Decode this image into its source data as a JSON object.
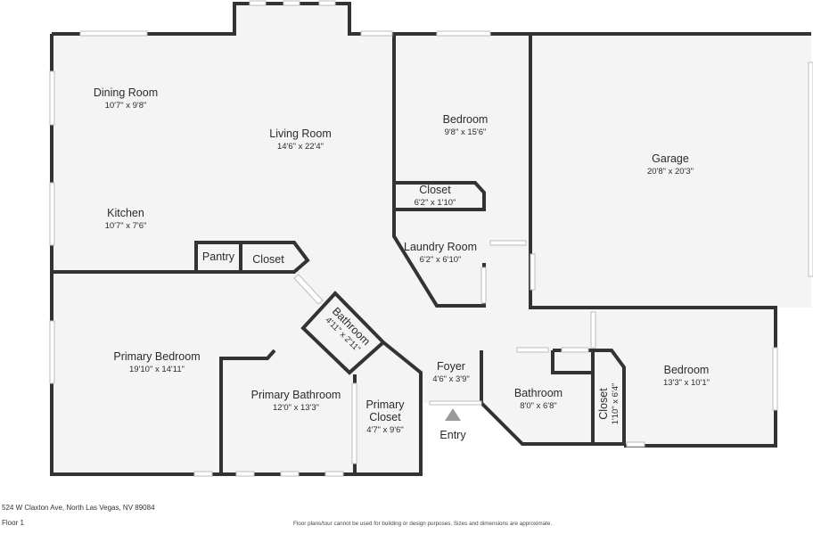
{
  "rooms": {
    "dining_room": {
      "name": "Dining Room",
      "dims": "10'7\" x 9'8\""
    },
    "living_room": {
      "name": "Living Room",
      "dims": "14'6\" x 22'4\""
    },
    "kitchen": {
      "name": "Kitchen",
      "dims": "10'7\" x 7'6\""
    },
    "pantry": {
      "name": "Pantry"
    },
    "kitchen_closet": {
      "name": "Closet"
    },
    "bedroom_1": {
      "name": "Bedroom",
      "dims": "9'8\" x 15'6\""
    },
    "bedroom_1_closet": {
      "name": "Closet",
      "dims": "6'2\" x 1'10\""
    },
    "laundry_room": {
      "name": "Laundry Room",
      "dims": "6'2\" x 6'10\""
    },
    "garage": {
      "name": "Garage",
      "dims": "20'8\" x 20'3\""
    },
    "primary_bedroom": {
      "name": "Primary Bedroom",
      "dims": "19'10\" x 14'11\""
    },
    "hall_bathroom": {
      "name": "Bathroom",
      "dims": "4'11\" x 2'11\""
    },
    "primary_bathroom": {
      "name": "Primary Bathroom",
      "dims": "12'0\" x 13'3\""
    },
    "primary_closet": {
      "name_line1": "Primary",
      "name_line2": "Closet",
      "dims": "4'7\" x 9'6\""
    },
    "foyer": {
      "name": "Foyer",
      "dims": "4'6\" x 3'9\""
    },
    "bathroom_2": {
      "name": "Bathroom",
      "dims": "8'0\" x 6'8\""
    },
    "bedroom_2_closet": {
      "name": "Closet",
      "dims": "1'10\" x 6'4\""
    },
    "bedroom_2": {
      "name": "Bedroom",
      "dims": "13'3\" x 10'1\""
    }
  },
  "entry": {
    "label": "Entry",
    "icon": "entry-arrow-icon"
  },
  "footer": {
    "address": "524 W Claxton Ave, North Las Vegas, NV 89084",
    "floor": "Floor 1",
    "disclaimer": "Floor plans/tour cannot be used for building or design purposes. Sizes and dimensions are approximate."
  },
  "colors": {
    "wall": "#333333",
    "floor": "#f4f4f4",
    "window": "#d9d9d9",
    "text": "#2b2b2b"
  }
}
